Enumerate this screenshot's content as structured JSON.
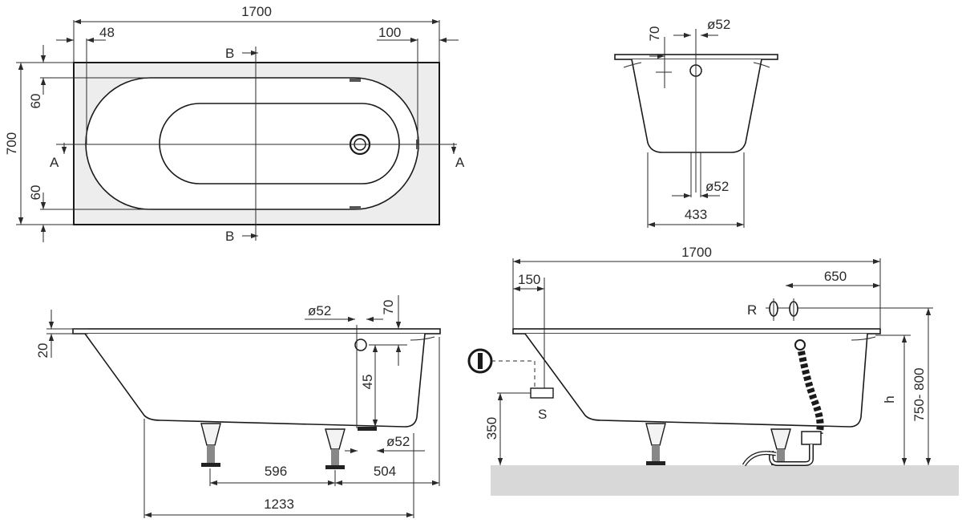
{
  "top_view": {
    "length": "1700",
    "width": "700",
    "left_offset": "48",
    "right_offset": "100",
    "top_margin": "60",
    "bottom_margin": "60",
    "section_a": "A",
    "section_b": "B"
  },
  "cross_section": {
    "overflow_offset": "70",
    "overflow_diameter": "ø52",
    "drain_diameter": "ø52",
    "bottom_width": "433"
  },
  "side_view": {
    "rim": "20",
    "overflow_diameter": "ø52",
    "overflow_offset": "70",
    "overflow_height": "45",
    "drain_diameter": "ø52",
    "leg_spacing": "596",
    "drain_offset": "504",
    "base_length": "1233"
  },
  "install_view": {
    "length": "1700",
    "trap_offset": "150",
    "tap_offset": "650",
    "tap_label": "R",
    "floor_height": "350",
    "siphon_label": "S",
    "height_label": "h",
    "height_range": "750- 800"
  }
}
